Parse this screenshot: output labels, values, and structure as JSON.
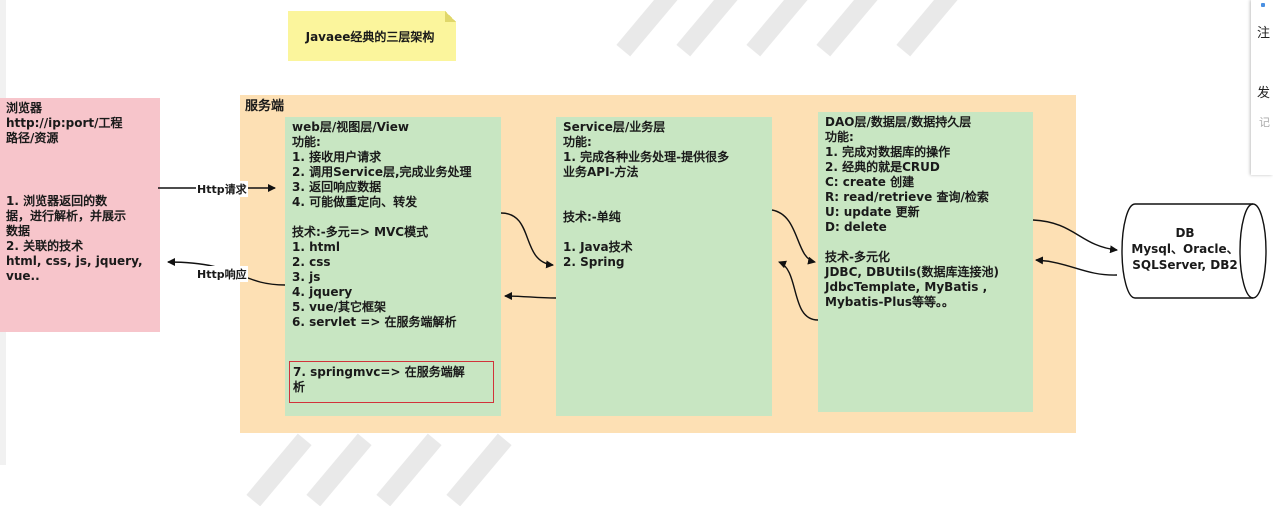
{
  "title": "Javaee经典的三层架构",
  "browser": {
    "lines_top": "浏览器\nhttp://ip:port/工程\n路径/资源",
    "lines_bottom": "1. 浏览器返回的数\n据，进行解析，并展示\n数据\n2. 关联的技术\nhtml, css, js, jquery,\nvue.."
  },
  "server": {
    "label": "服务端",
    "web": {
      "text": "web层/视图层/View\n功能:\n1. 接收用户请求\n2. 调用Service层,完成业务处理\n3. 返回响应数据\n4. 可能做重定向、转发\n\n技术:-多元=> MVC模式\n1. html\n2. css\n3. js\n4. jquery\n5. vue/其它框架\n6. servlet => 在服务端解析",
      "highlight": "7. springmvc=> 在服务端解\n析"
    },
    "service": {
      "text": "Service层/业务层\n功能:\n1. 完成各种业务处理-提供很多\n业务API-方法\n\n\n技术:-单纯\n\n1. Java技术\n2. Spring"
    },
    "dao": {
      "text": "DAO层/数据层/数据持久层\n功能:\n1. 完成对数据库的操作\n2. 经典的就是CRUD\nC: create 创建\nR: read/retrieve 查询/检索\nU: update 更新\nD: delete\n\n技术-多元化\nJDBC, DBUtils(数据库连接池)\nJdbcTemplate, MyBatis ,\nMybatis-Plus等等。。"
    }
  },
  "arrows": {
    "request": "Http请求",
    "response": "Http响应"
  },
  "db": {
    "text": "DB\nMysql、Oracle、\nSQLServer, DB2"
  },
  "side_panel": {
    "line1": "注",
    "line2": "发",
    "line3": "记"
  }
}
